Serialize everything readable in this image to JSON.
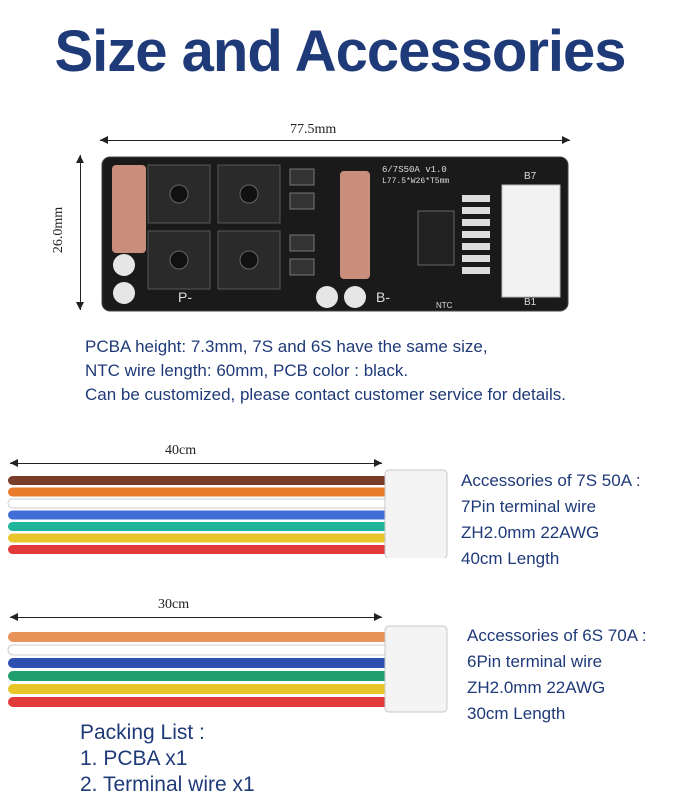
{
  "title": "Size and Accessories",
  "pcb": {
    "width_label": "77.5mm",
    "height_label": "26.0mm",
    "silk_model": "6/7S50A v1.0",
    "silk_size": "L77.5*W26*T5mm",
    "pad_p": "P-",
    "pad_b": "B-",
    "label_ntc": "NTC",
    "label_b7": "B7",
    "label_b1": "B1"
  },
  "spec": {
    "line1": "PCBA height: 7.3mm,  7S and 6S have the same size,",
    "line2": "NTC wire length:  60mm,  PCB color :  black.",
    "line3": "Can be customized, please contact customer service for details."
  },
  "wire7": {
    "length_label": "40cm",
    "title": "Accessories of 7S 50A :",
    "line1": "7Pin terminal wire",
    "line2": "ZH2.0mm 22AWG",
    "line3": "40cm Length",
    "colors": [
      "#7a3d2a",
      "#e87a2a",
      "#ffffff",
      "#3f6fd6",
      "#1fb59b",
      "#e8c62a",
      "#e23a3a"
    ]
  },
  "wire6": {
    "length_label": "30cm",
    "title": "Accessories of 6S 70A :",
    "line1": "6Pin terminal wire",
    "line2": "ZH2.0mm 22AWG",
    "line3": "30cm Length",
    "colors": [
      "#e8935a",
      "#ffffff",
      "#2d4fb0",
      "#1f9e6e",
      "#e8c62a",
      "#e23a3a"
    ]
  },
  "packing": {
    "title": "Packing List :",
    "item1": "1. PCBA x1",
    "item2": "2. Terminal wire x1"
  }
}
